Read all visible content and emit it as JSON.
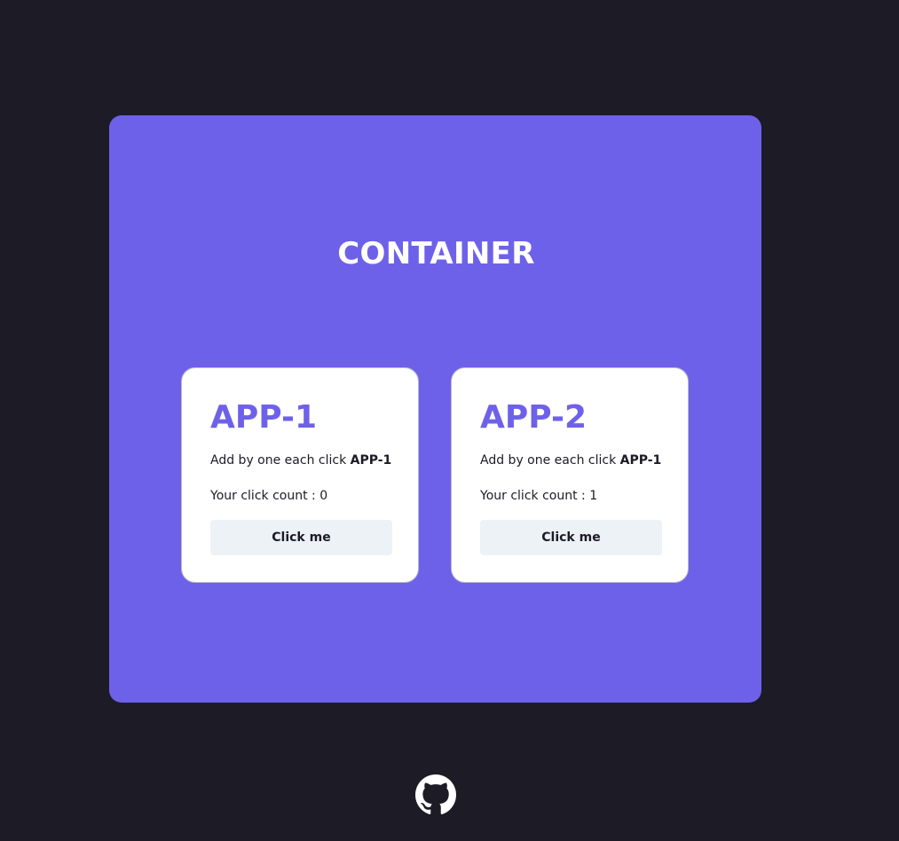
{
  "container": {
    "title": "CONTAINER"
  },
  "apps": [
    {
      "title": "APP-1",
      "description_prefix": "Add by one each click",
      "description_bold": "APP-1",
      "count_label": "Your click count :",
      "count": "0",
      "button_label": "Click me"
    },
    {
      "title": "APP-2",
      "description_prefix": "Add by one each click",
      "description_bold": "APP-1",
      "count_label": "Your click count :",
      "count": "1",
      "button_label": "Click me"
    }
  ],
  "footer": {
    "icon": "github-icon"
  },
  "colors": {
    "background": "#1c1b26",
    "container": "#6e61e9",
    "card": "#ffffff",
    "accent": "#6e61e9",
    "button": "#edf2f7"
  }
}
